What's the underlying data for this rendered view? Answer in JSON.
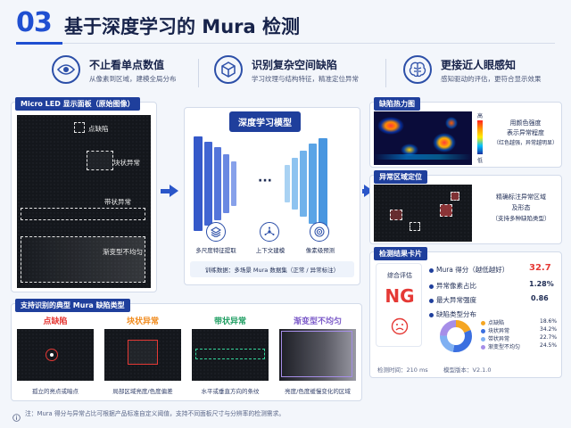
{
  "header": {
    "number": "03",
    "title": "基于深度学习的 Mura 检测"
  },
  "features": [
    {
      "icon": "eye-icon",
      "title": "不止看单点数值",
      "sub": "从像素到区域，建模全局分布"
    },
    {
      "icon": "cube-icon",
      "title": "识别复杂空间缺陷",
      "sub": "学习纹理与结构特征，精准定位异常"
    },
    {
      "icon": "brain-icon",
      "title": "更接近人眼感知",
      "sub": "感知驱动的评估，更符合显示效果"
    }
  ],
  "micro_panel": {
    "tag": "Micro LED 显示面板（原始图像）",
    "labels": {
      "point": "点缺陷",
      "block": "块状异常",
      "band": "带状异常",
      "gradient": "渐变型不均匀"
    }
  },
  "model": {
    "title": "深度学习模型",
    "modules": [
      {
        "icon": "layers-icon",
        "label": "多尺度特征提取"
      },
      {
        "icon": "network-icon",
        "label": "上下文建模"
      },
      {
        "icon": "target-icon",
        "label": "像素级预测"
      }
    ],
    "train_note": "训练数据：多场景 Mura 数据集（正常 / 异常标注）"
  },
  "heatmap": {
    "tag": "缺陷热力图",
    "scale_high": "高",
    "scale_low": "低",
    "desc1": "用颜色强度",
    "desc2": "表示异常程度",
    "desc3": "（红色越强，异常越明显）"
  },
  "locate": {
    "tag": "异常区域定位",
    "desc1": "精确标注异常区域",
    "desc2": "及形态",
    "desc3": "（支持多种缺陷类型）"
  },
  "result": {
    "tag": "检测结果卡片",
    "eval_label": "综合评估",
    "verdict": "NG",
    "verdict_color": "#e53935",
    "score_label": "Mura 得分（越低越好）",
    "score_value": "32.7",
    "ratio_label": "异常像素占比",
    "ratio_value": "1.28%",
    "max_label": "最大异常强度",
    "max_value": "0.86",
    "dist_label": "缺陷类型分布",
    "distribution": [
      {
        "name": "点缺陷",
        "value": "18.6%",
        "pct": 18.6,
        "color": "#f5a623"
      },
      {
        "name": "块状异常",
        "value": "34.2%",
        "pct": 34.2,
        "color": "#3b6fe0"
      },
      {
        "name": "带状异常",
        "value": "22.7%",
        "pct": 22.7,
        "color": "#7fb0f2"
      },
      {
        "name": "渐变型不均匀",
        "value": "24.5%",
        "pct": 24.5,
        "color": "#a68ee8"
      }
    ],
    "time": "检测时间：210 ms",
    "version": "模型版本：V2.1.0"
  },
  "types": {
    "tag": "支持识别的典型 Mura 缺陷类型",
    "items": [
      {
        "title": "点缺陷",
        "color": "#e53935",
        "caption": "孤立的亮点或暗点"
      },
      {
        "title": "块状异常",
        "color": "#f08a1c",
        "caption": "局部区域亮度/色度偏差"
      },
      {
        "title": "带状异常",
        "color": "#1f9e62",
        "caption": "水平或垂直方向的条纹"
      },
      {
        "title": "渐变型不均匀",
        "color": "#7d5cc9",
        "caption": "亮度/色度缓慢变化的区域"
      }
    ]
  },
  "footnote": "注：Mura 得分与异常占比可根据产品标准自定义阈值，支持不同面板尺寸与分辨率的检测需求。"
}
